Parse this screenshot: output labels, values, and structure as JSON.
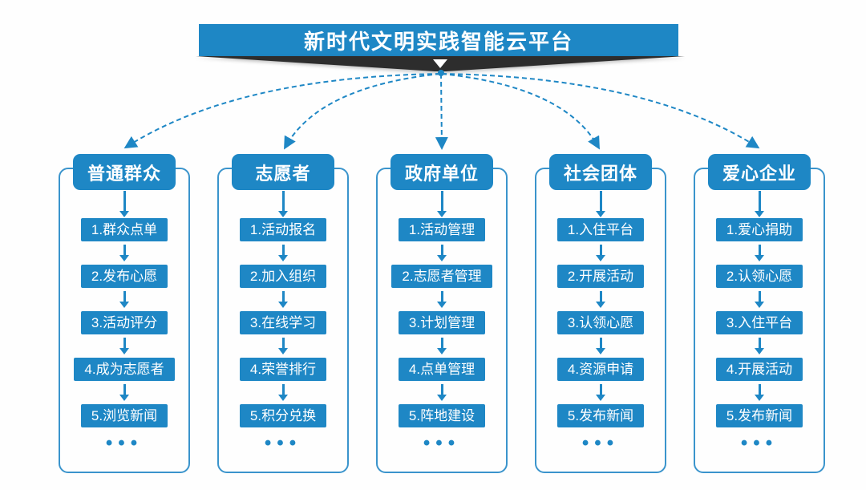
{
  "title": "新时代文明实践智能云平台",
  "colors": {
    "primary_blue": "#1e87c5",
    "outline_blue": "#3a94cc",
    "ribbon_dark": "#2d2d2d",
    "text_on_blue": "#ffffff",
    "background": "#ffffff"
  },
  "icons": {
    "banner_down_arrow": "white triangle pointing down",
    "flow_down_arrow": "solid blue down arrow",
    "connector_style": "blue dashed curve with arrowhead"
  },
  "columns": [
    {
      "header": "普通群众",
      "items": [
        "1.群众点单",
        "2.发布心愿",
        "3.活动评分",
        "4.成为志愿者",
        "5.浏览新闻"
      ],
      "more": "•••"
    },
    {
      "header": "志愿者",
      "items": [
        "1.活动报名",
        "2.加入组织",
        "3.在线学习",
        "4.荣誉排行",
        "5.积分兑换"
      ],
      "more": "•••"
    },
    {
      "header": "政府单位",
      "items": [
        "1.活动管理",
        "2.志愿者管理",
        "3.计划管理",
        "4.点单管理",
        "5.阵地建设"
      ],
      "more": "•••"
    },
    {
      "header": "社会团体",
      "items": [
        "1.入住平台",
        "2.开展活动",
        "3.认领心愿",
        "4.资源申请",
        "5.发布新闻"
      ],
      "more": "•••"
    },
    {
      "header": "爱心企业",
      "items": [
        "1.爱心捐助",
        "2.认领心愿",
        "3.入住平台",
        "4.开展活动",
        "5.发布新闻"
      ],
      "more": "•••"
    }
  ]
}
